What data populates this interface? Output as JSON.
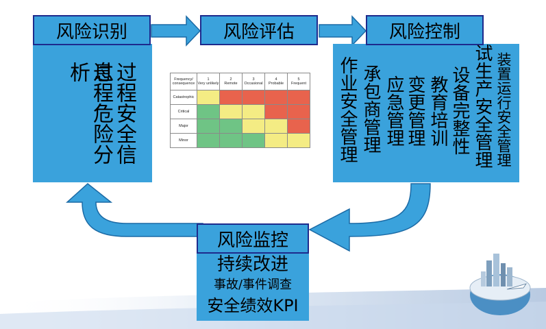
{
  "steps": {
    "identify": {
      "title": "风险识别",
      "items": [
        "过程安全信息",
        "过程危险分析"
      ]
    },
    "assess": {
      "title": "风险评估"
    },
    "control": {
      "title": "风险控制",
      "items": [
        "作业安全管理",
        "承包商管理",
        "应急管理",
        "变更管理",
        "教育培训",
        "设备完整性",
        "试生产安全管理",
        "装置运行安全管理"
      ]
    },
    "monitor": {
      "title": "风险监控",
      "line1": "持续改进",
      "line2": "事故/事件调查",
      "line3": "安全绩效KPI"
    }
  },
  "matrix": {
    "corner": "Frequency/ consequence",
    "columns": [
      {
        "num": "1",
        "label": "Very unlikely"
      },
      {
        "num": "2",
        "label": "Remote"
      },
      {
        "num": "3",
        "label": "Occasional"
      },
      {
        "num": "4",
        "label": "Probable"
      },
      {
        "num": "5",
        "label": "Frequent"
      }
    ],
    "rows": [
      "Catastrophic",
      "Critical",
      "Major",
      "Minor"
    ],
    "levels": [
      [
        "y",
        "r",
        "r",
        "r",
        "r"
      ],
      [
        "g",
        "y",
        "y",
        "r",
        "r"
      ],
      [
        "g",
        "g",
        "y",
        "y",
        "r"
      ],
      [
        "g",
        "g",
        "g",
        "y",
        "y"
      ]
    ]
  },
  "colors": {
    "box": "#3aa2dc",
    "border": "#1e2a8c",
    "arrow": "#3aa2dc",
    "arrow_edge": "#1b6aa5"
  }
}
